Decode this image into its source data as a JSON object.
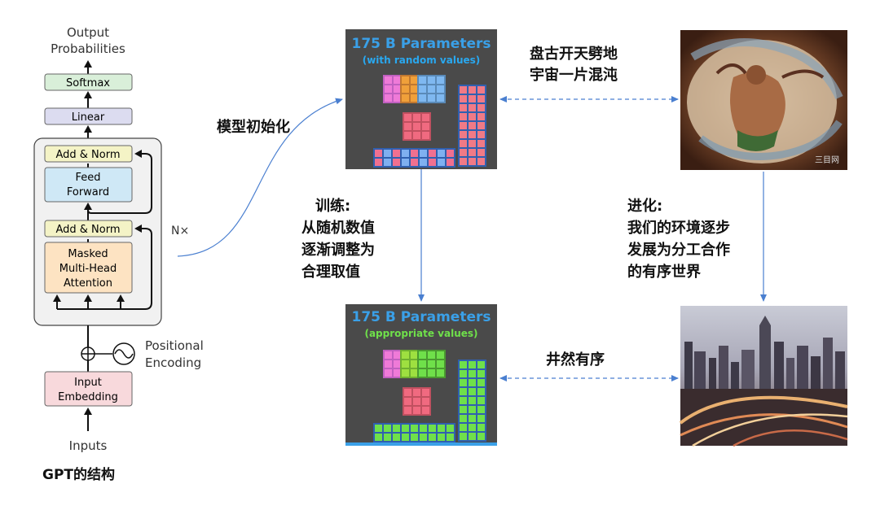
{
  "gpt": {
    "output_label": [
      "Output",
      "Probabilities"
    ],
    "softmax": "Softmax",
    "linear": "Linear",
    "add_norm_top": "Add & Norm",
    "feed_forward": [
      "Feed",
      "Forward"
    ],
    "add_norm_bottom": "Add & Norm",
    "attention": [
      "Masked",
      "Multi-Head",
      "Attention"
    ],
    "repeat": "N×",
    "positional": [
      "Positional",
      "Encoding"
    ],
    "embedding": [
      "Input",
      "Embedding"
    ],
    "inputs": "Inputs",
    "caption": "GPT的结构"
  },
  "init_label": "模型初始化",
  "params_random": {
    "title": "175 B Parameters",
    "subtitle": "(with random values)"
  },
  "params_trained": {
    "title": "175 B Parameters",
    "subtitle": "(appropriate values)"
  },
  "pangu": [
    "盘古开天劈地",
    "宇宙一片混沌"
  ],
  "training": [
    "训练:",
    "从随机数值",
    "逐渐调整为",
    "合理取值"
  ],
  "evolution": [
    "进化:",
    "我们的环境逐步",
    "发展为分工合作",
    "的有序世界"
  ],
  "orderly": "井然有序",
  "pangu_image_watermark": "三目网",
  "colors": {
    "panel": "#4a4a4a",
    "panel_title": "#3aa0e8",
    "random_subtitle": "#29a8f0",
    "trained_subtitle": "#6fe04a",
    "arrow": "#4a7fd0",
    "softmax_fill": "#d9efd9",
    "linear_fill": "#dcdcf0",
    "addnorm_fill": "#f4f3c6",
    "ff_fill": "#cfe8f6",
    "attn_fill": "#fde3c2",
    "emb_fill": "#f8d9dc"
  }
}
